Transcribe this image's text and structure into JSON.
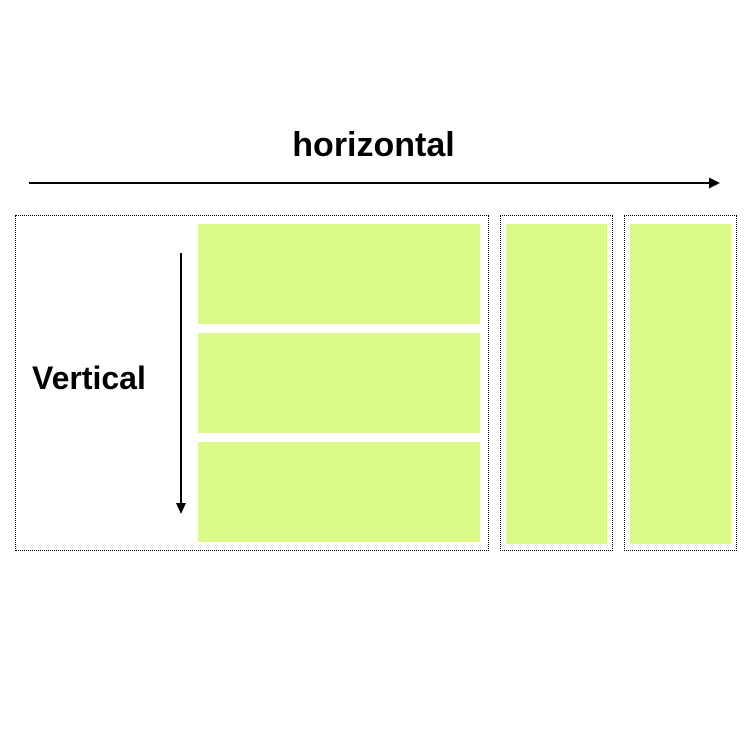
{
  "labels": {
    "horizontal": "horizontal",
    "vertical": "Vertical"
  },
  "colors": {
    "item_fill": "#dcfa8a",
    "border": "#000000",
    "arrow": "#000000"
  },
  "containers": [
    {
      "items": 3,
      "direction": "column"
    },
    {
      "items": 1,
      "direction": "column"
    },
    {
      "items": 1,
      "direction": "column"
    }
  ]
}
